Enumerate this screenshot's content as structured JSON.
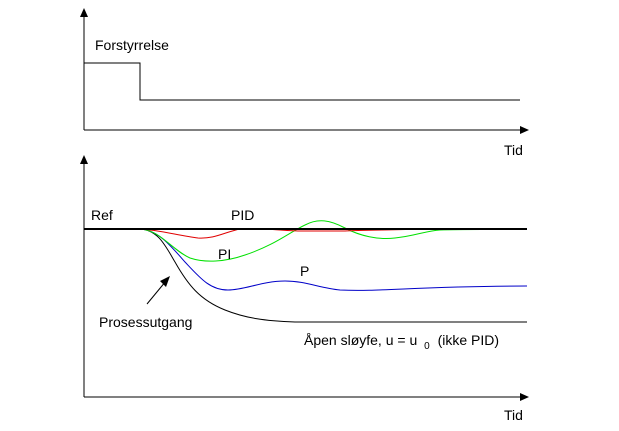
{
  "top_chart": {
    "label_disturbance": "Forstyrrelse",
    "x_axis_label": "Tid"
  },
  "bottom_chart": {
    "label_ref": "Ref",
    "label_pid": "PID",
    "label_pi": "PI",
    "label_p": "P",
    "label_process_output": "Prosessutgang",
    "label_open_loop_prefix": "Åpen sløyfe, u = u",
    "label_open_loop_subscript": "0",
    "label_open_loop_suffix": "(ikke PID)",
    "x_axis_label": "Tid"
  },
  "colors": {
    "axis": "#000000",
    "ref": "#000000",
    "pid": "#e00000",
    "pi": "#00e000",
    "p": "#0000c8",
    "open_loop": "#000000"
  },
  "chart_data": [
    {
      "type": "line",
      "title": "Forstyrrelse",
      "xlabel": "Tid",
      "ylabel": "",
      "series": [
        {
          "name": "Forstyrrelse",
          "x": [
            0,
            0.13,
            0.13,
            1.0
          ],
          "y": [
            1.0,
            1.0,
            0.55,
            0.55
          ]
        }
      ]
    },
    {
      "type": "line",
      "title": "",
      "xlabel": "Tid",
      "ylabel": "",
      "series": [
        {
          "name": "Ref",
          "x": [
            0,
            1.0
          ],
          "y": [
            0,
            0
          ]
        },
        {
          "name": "PID",
          "x": [
            0,
            0.13,
            0.25,
            0.33,
            0.45,
            1.0
          ],
          "y": [
            0,
            0,
            -0.08,
            -0.01,
            0.01,
            0
          ]
        },
        {
          "name": "PI",
          "x": [
            0,
            0.13,
            0.25,
            0.33,
            0.52,
            0.62,
            0.75,
            1.0
          ],
          "y": [
            0,
            0,
            -0.28,
            -0.3,
            0.06,
            -0.04,
            0.0,
            0.0
          ]
        },
        {
          "name": "P",
          "x": [
            0,
            0.13,
            0.25,
            0.32,
            0.45,
            0.6,
            1.0
          ],
          "y": [
            0,
            0,
            -0.55,
            -0.62,
            -0.52,
            -0.58,
            -0.57
          ]
        },
        {
          "name": "Åpen sløyfe, u = u0 (ikke PID)",
          "x": [
            0,
            0.13,
            0.25,
            0.35,
            0.5,
            1.0
          ],
          "y": [
            0,
            0,
            -0.6,
            -0.85,
            -0.93,
            -0.93
          ]
        }
      ]
    }
  ]
}
